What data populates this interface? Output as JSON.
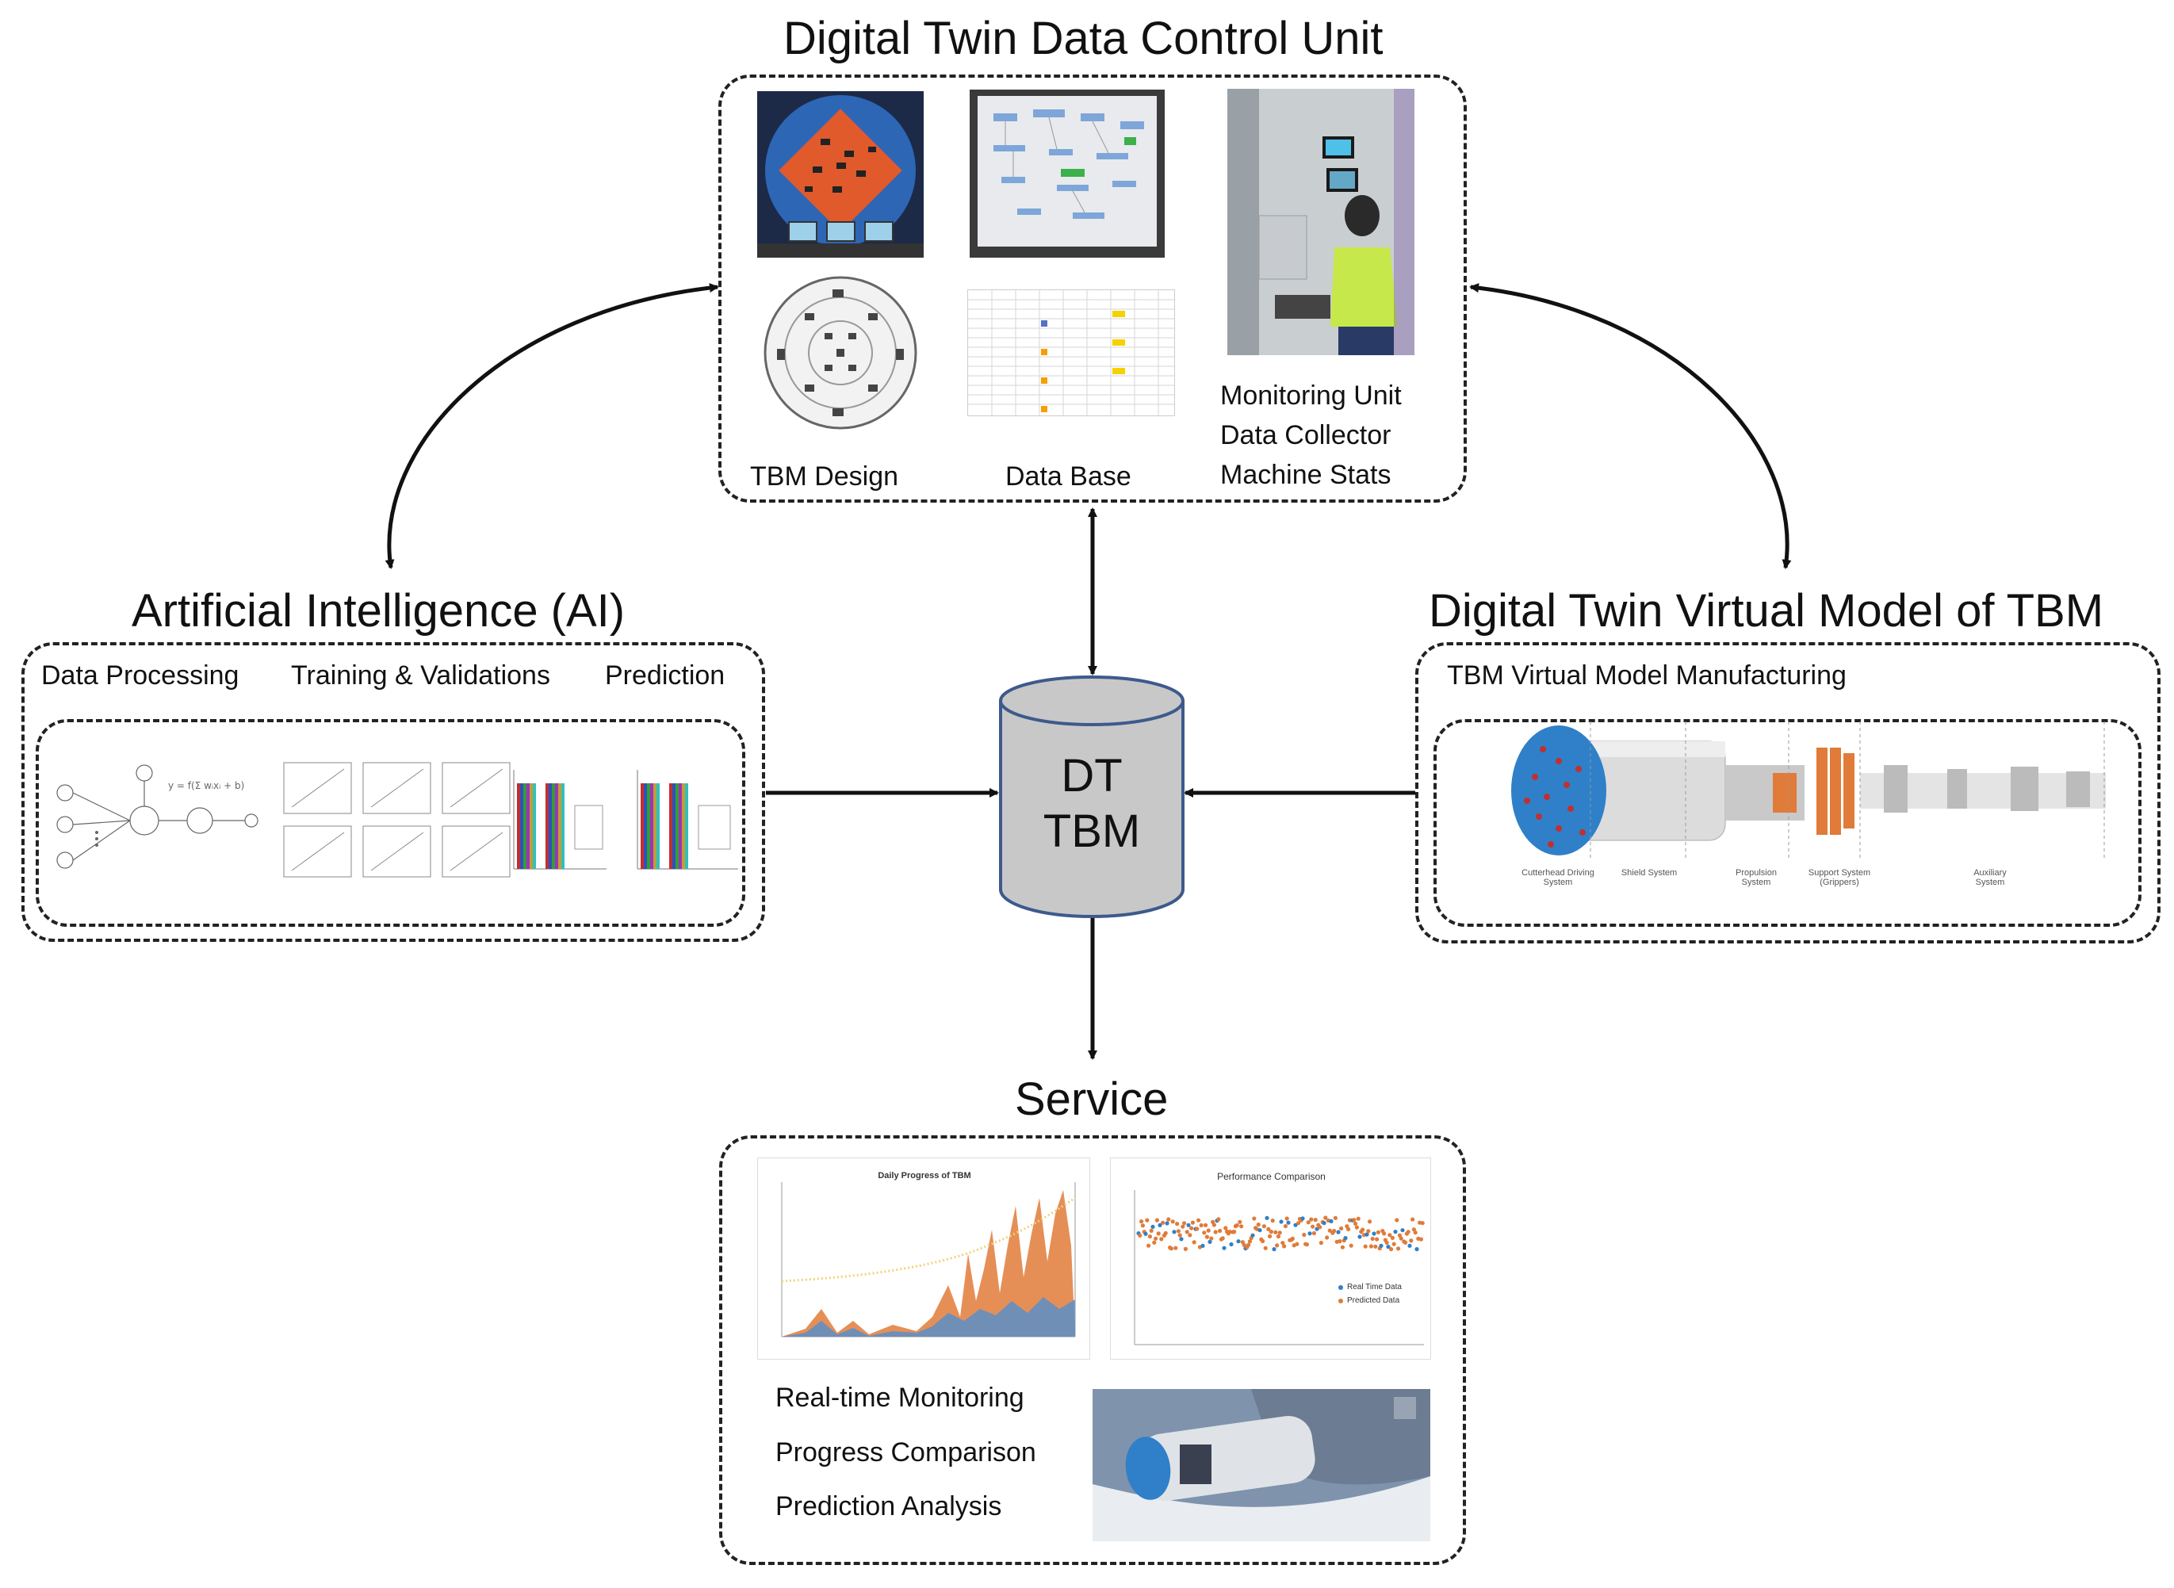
{
  "control_unit": {
    "title": "Digital Twin Data Control Unit",
    "tbm_design": "TBM Design",
    "data_base": "Data Base",
    "monitoring_unit": "Monitoring Unit",
    "data_collector": "Data Collector",
    "machine_stats": "Machine Stats"
  },
  "ai": {
    "title": "Artificial Intelligence (AI)",
    "data_processing": "Data Processing",
    "training_validations": "Training & Validations",
    "prediction": "Prediction"
  },
  "dt_tbm": {
    "line1": "DT",
    "line2": "TBM"
  },
  "virtual_model": {
    "title": "Digital Twin Virtual Model of TBM",
    "subtitle": "TBM Virtual Model Manufacturing",
    "systems": {
      "cutterhead": "Cutterhead Driving System",
      "shield": "Shield System",
      "propulsion": "Propulsion System",
      "support": "Support System (Grippers)",
      "auxiliary": "Auxiliary System"
    }
  },
  "service": {
    "title": "Service",
    "realtime": "Real-time Monitoring",
    "progress": "Progress Comparison",
    "prediction": "Prediction Analysis",
    "daily_progress_title": "Daily Progress of TBM",
    "performance_title": "Performance Comparison",
    "legend_real": "Real Time Data",
    "legend_predicted": "Predicted Data"
  },
  "colors": {
    "stroke": "#222222",
    "cylinder_fill": "#c8c8c8",
    "cylinder_stroke": "#3d5a8c",
    "orange": "#e07b39",
    "blue": "#2f80c8"
  }
}
